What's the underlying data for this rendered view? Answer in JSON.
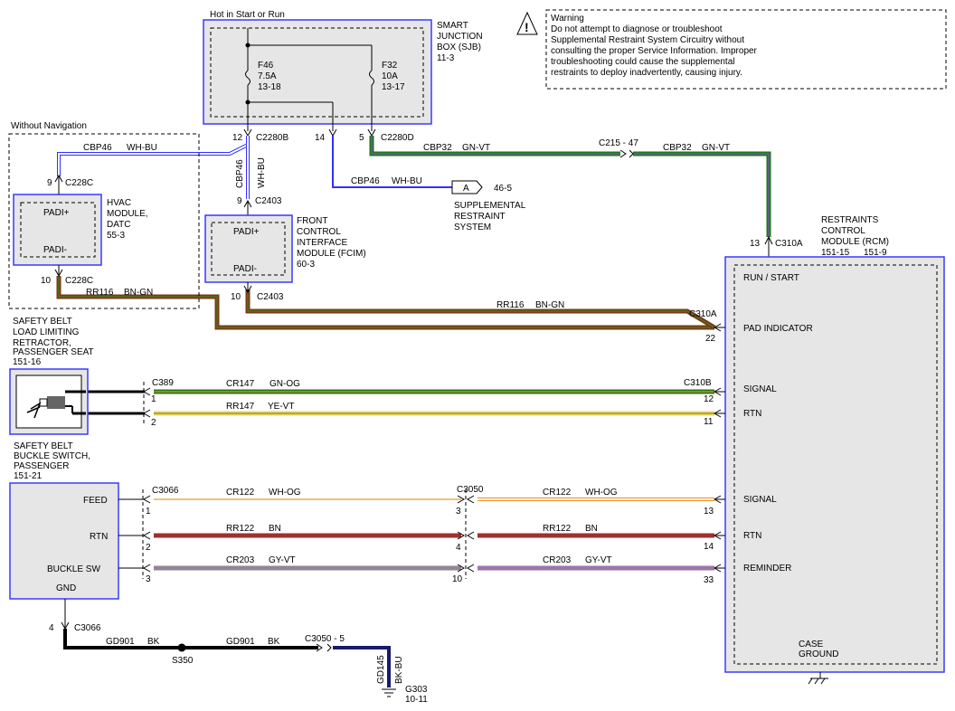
{
  "warning": {
    "title": "Warning",
    "lines": [
      "Do not attempt to diagnose or troubleshoot",
      "Supplemental Restraint System Circuitry without",
      "consulting the proper Service Information. Improper",
      "troubleshooting could cause the supplemental",
      "restraints to deploy inadvertently, causing injury."
    ]
  },
  "power": {
    "label": "Hot in Start or Run"
  },
  "sjb": {
    "name": [
      "SMART",
      "JUNCTION",
      "BOX (SJB)",
      "11-3"
    ],
    "fuse1": [
      "F46",
      "7.5A",
      "13-18"
    ],
    "fuse2": [
      "F32",
      "10A",
      "13-17"
    ],
    "pin12": "12",
    "conn12": "C2280B",
    "pin14": "14",
    "pin5": "5",
    "conn5": "C2280D"
  },
  "without_nav": "Without Navigation",
  "hvac": {
    "name": [
      "HVAC",
      "MODULE,",
      "DATC",
      "55-3"
    ],
    "pin_top": "9",
    "conn_top": "C228C",
    "padi_pos": "PADI+",
    "padi_neg": "PADI-",
    "pin_bot": "10",
    "conn_bot": "C228C"
  },
  "fcim": {
    "name": [
      "FRONT",
      "CONTROL",
      "INTERFACE",
      "MODULE (FCIM)",
      "60-3"
    ],
    "pin_top": "9",
    "conn_top": "C2403",
    "padi_pos": "PADI+",
    "padi_neg": "PADI-",
    "pin_bot": "10",
    "conn_bot": "C2403"
  },
  "wires": {
    "cbp46_a": [
      "CBP46",
      "WH-BU"
    ],
    "cbp46_v": [
      "CBP46",
      "WH-BU"
    ],
    "cbp46_b": [
      "CBP46",
      "WH-BU"
    ],
    "cbp32_a": [
      "CBP32",
      "GN-VT"
    ],
    "cbp32_b": [
      "CBP32",
      "GN-VT"
    ],
    "rr116_a": [
      "RR116",
      "BN-GN"
    ],
    "rr116_b": [
      "RR116",
      "BN-GN"
    ],
    "cr147": [
      "CR147",
      "GN-OG"
    ],
    "rr147": [
      "RR147",
      "YE-VT"
    ],
    "cr122_a": [
      "CR122",
      "WH-OG"
    ],
    "cr122_b": [
      "CR122",
      "WH-OG"
    ],
    "rr122_a": [
      "RR122",
      "BN"
    ],
    "rr122_b": [
      "RR122",
      "BN"
    ],
    "cr203_a": [
      "CR203",
      "GY-VT"
    ],
    "cr203_b": [
      "CR203",
      "GY-VT"
    ],
    "gd901_a": [
      "GD901",
      "BK"
    ],
    "gd901_b": [
      "GD901",
      "BK"
    ],
    "gd145": [
      "GD145",
      "BK-BU"
    ]
  },
  "inline": {
    "c215": "C215 - 47",
    "c3050_5": "C3050 - 5",
    "c3050": "C3050",
    "c3066": "C3066",
    "c389": "C389",
    "c310b": "C310B",
    "c310a": "C310A",
    "c3066_gnd": "C3066"
  },
  "srs": {
    "tag": "A",
    "ref": "46-5",
    "name": [
      "SUPPLEMENTAL",
      "RESTRAINT",
      "SYSTEM"
    ]
  },
  "rcm": {
    "name": [
      "RESTRAINTS",
      "CONTROL",
      "MODULE (RCM)"
    ],
    "refs": [
      "151-15",
      "151-9"
    ],
    "pin_top": "13",
    "conn_top": "C310A",
    "pins": [
      {
        "pin": "",
        "label": "RUN / START"
      },
      {
        "pin": "22",
        "label": "PAD INDICATOR"
      },
      {
        "pin": "12",
        "label": "SIGNAL"
      },
      {
        "pin": "11",
        "label": "RTN"
      },
      {
        "pin": "13",
        "label": "SIGNAL"
      },
      {
        "pin": "14",
        "label": "RTN"
      },
      {
        "pin": "33",
        "label": "REMINDER"
      }
    ],
    "case_ground": [
      "CASE",
      "GROUND"
    ]
  },
  "retractor": {
    "name": [
      "SAFETY BELT",
      "LOAD LIMITING",
      "RETRACTOR,",
      "PASSENGER SEAT",
      "151-16"
    ],
    "pin1": "1",
    "pin2": "2"
  },
  "buckle": {
    "name": [
      "SAFETY BELT",
      "BUCKLE SWITCH,",
      "PASSENGER",
      "151-21"
    ],
    "labels": [
      "FEED",
      "RTN",
      "BUCKLE SW",
      "GND"
    ],
    "pins": [
      "1",
      "2",
      "3"
    ],
    "mid_pins": [
      "3",
      "4",
      "10"
    ],
    "gnd_pin": "4"
  },
  "splice": {
    "name": "S350"
  },
  "ground": {
    "name": "G303",
    "ref": "10-11"
  }
}
